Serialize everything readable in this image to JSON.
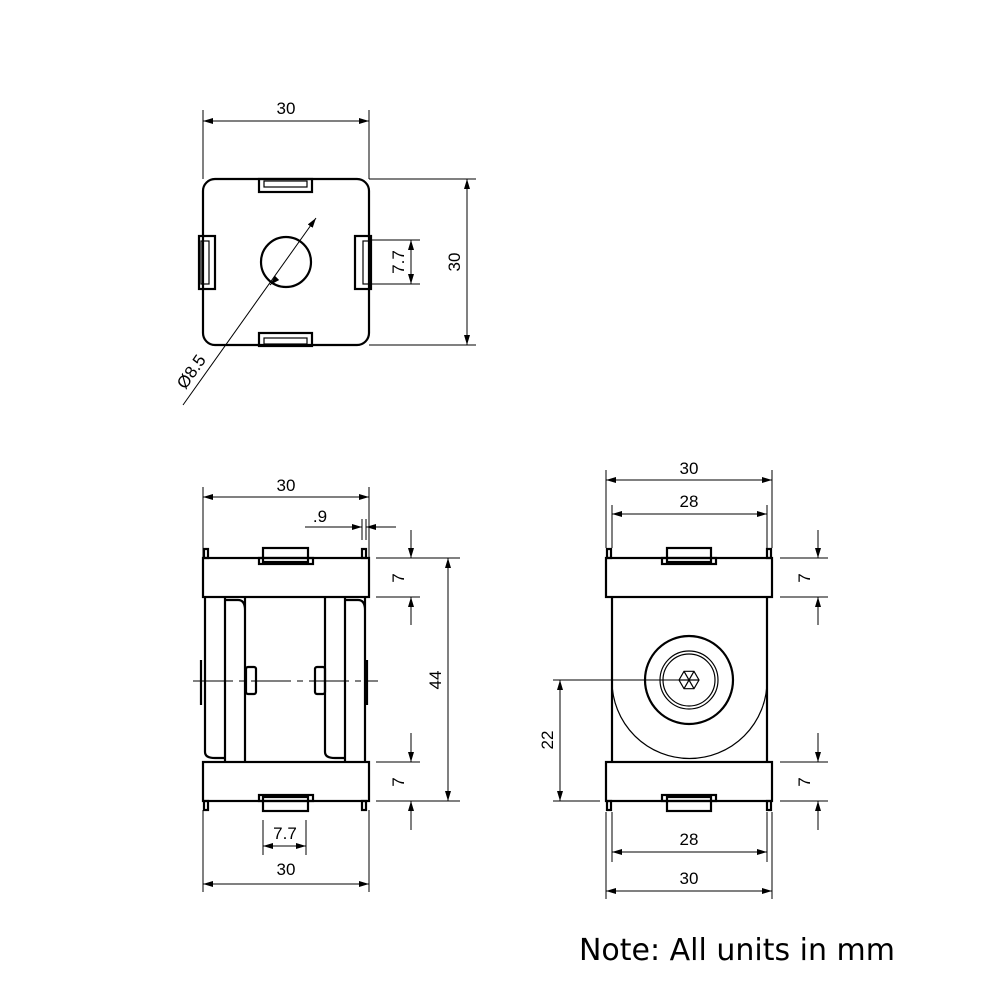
{
  "drawing": {
    "top_view": {
      "width": "30",
      "height": "30",
      "slot_width": "7.7",
      "hole_diameter": "Ø8.5"
    },
    "front_view": {
      "width": "30",
      "pin_offset": ".9",
      "block_top": "7",
      "block_bottom": "7",
      "height": "44",
      "slot_width": "7.7",
      "width_bottom": "30"
    },
    "side_view": {
      "width": "30",
      "inner_width": "28",
      "block_top": "7",
      "block_bottom": "7",
      "center_height": "22",
      "inner_width_bottom": "28",
      "width_bottom": "30"
    },
    "note": "Note: All units in mm"
  }
}
